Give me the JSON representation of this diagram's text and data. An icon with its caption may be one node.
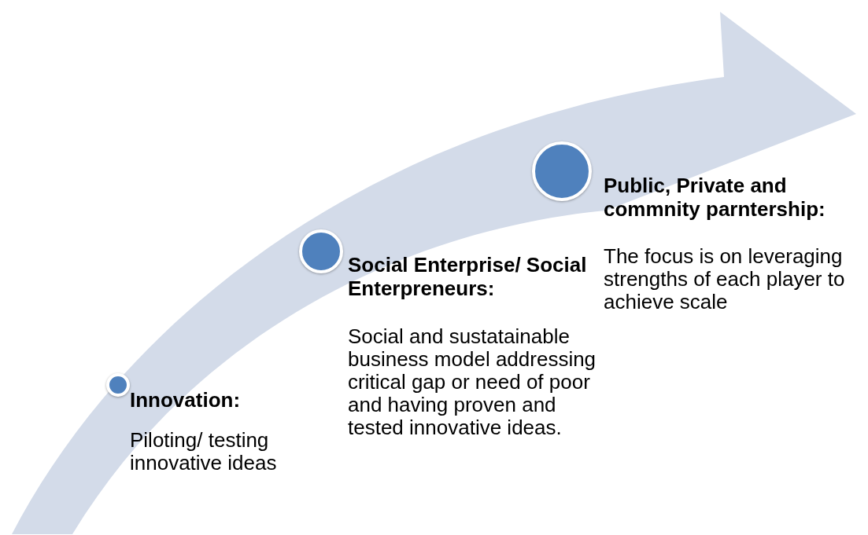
{
  "diagram": {
    "nodes": [
      {
        "text": [
          "Innovation:",
          "Piloting/ testing innovative ideas"
        ]
      },
      {
        "text": [
          "Social Enterprise/ Social Enterpreneurs:",
          "Social and sustatainable business model addressing critical gap or need of poor and having proven and tested innovative ideas."
        ]
      },
      {
        "text": [
          "Public, Private and commnity parntership:",
          "The focus is on leveraging strengths of each player to achieve scale"
        ]
      }
    ],
    "edges": []
  }
}
